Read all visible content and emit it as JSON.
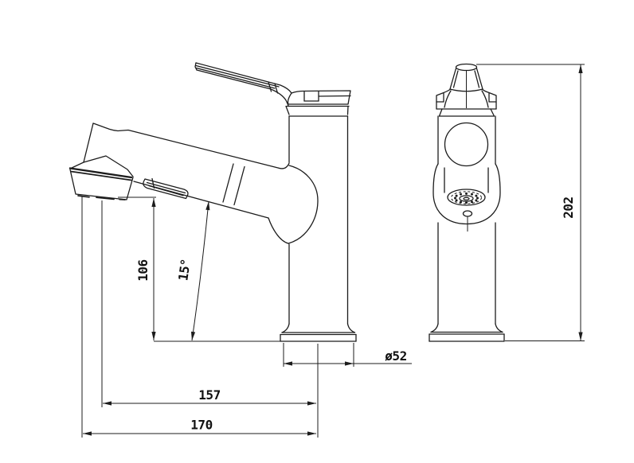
{
  "drawing": {
    "background": "#ffffff",
    "line_color": "#1c1c1c",
    "dimensions": {
      "outlet_height": "106",
      "head_angle": "15°",
      "spout_reach": "157",
      "overall_reach": "170",
      "base_diameter": "ø52",
      "overall_height": "202"
    }
  }
}
